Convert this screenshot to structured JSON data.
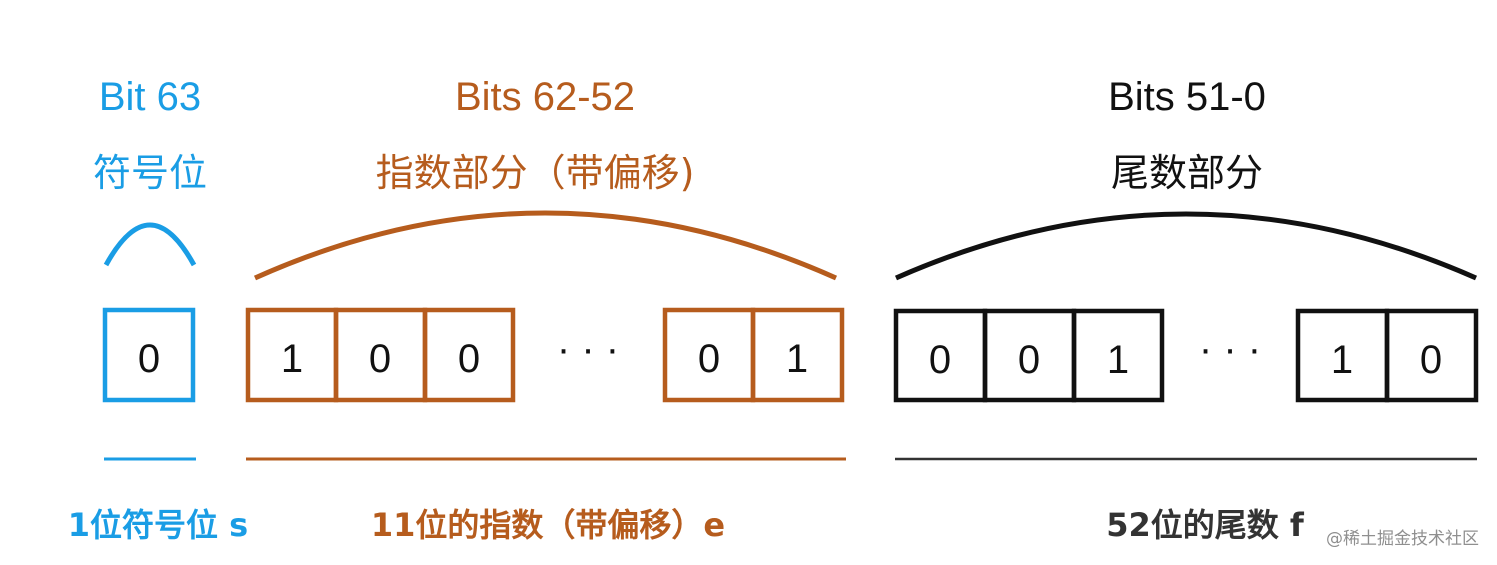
{
  "colors": {
    "sign": "#1a9de5",
    "exponent": "#b65c1d",
    "mantissa": "#111111",
    "watermark": "#8f8f8f"
  },
  "sign": {
    "title": "Bit 63",
    "subtitle": "符号位",
    "bits": [
      "0"
    ],
    "caption": "1位符号位 s"
  },
  "exponent": {
    "title": "Bits 62-52",
    "subtitle": "指数部分（带偏移)",
    "bits_left": [
      "1",
      "0",
      "0"
    ],
    "ellipsis": "· · ·",
    "bits_right": [
      "0",
      "1"
    ],
    "caption": "11位的指数（带偏移）e"
  },
  "mantissa": {
    "title": "Bits 51-0",
    "subtitle": "尾数部分",
    "bits_left": [
      "0",
      "0",
      "1"
    ],
    "ellipsis": "· · ·",
    "bits_right": [
      "1",
      "0"
    ],
    "caption": "52位的尾数 f"
  },
  "watermark": "@稀土掘金技术社区"
}
